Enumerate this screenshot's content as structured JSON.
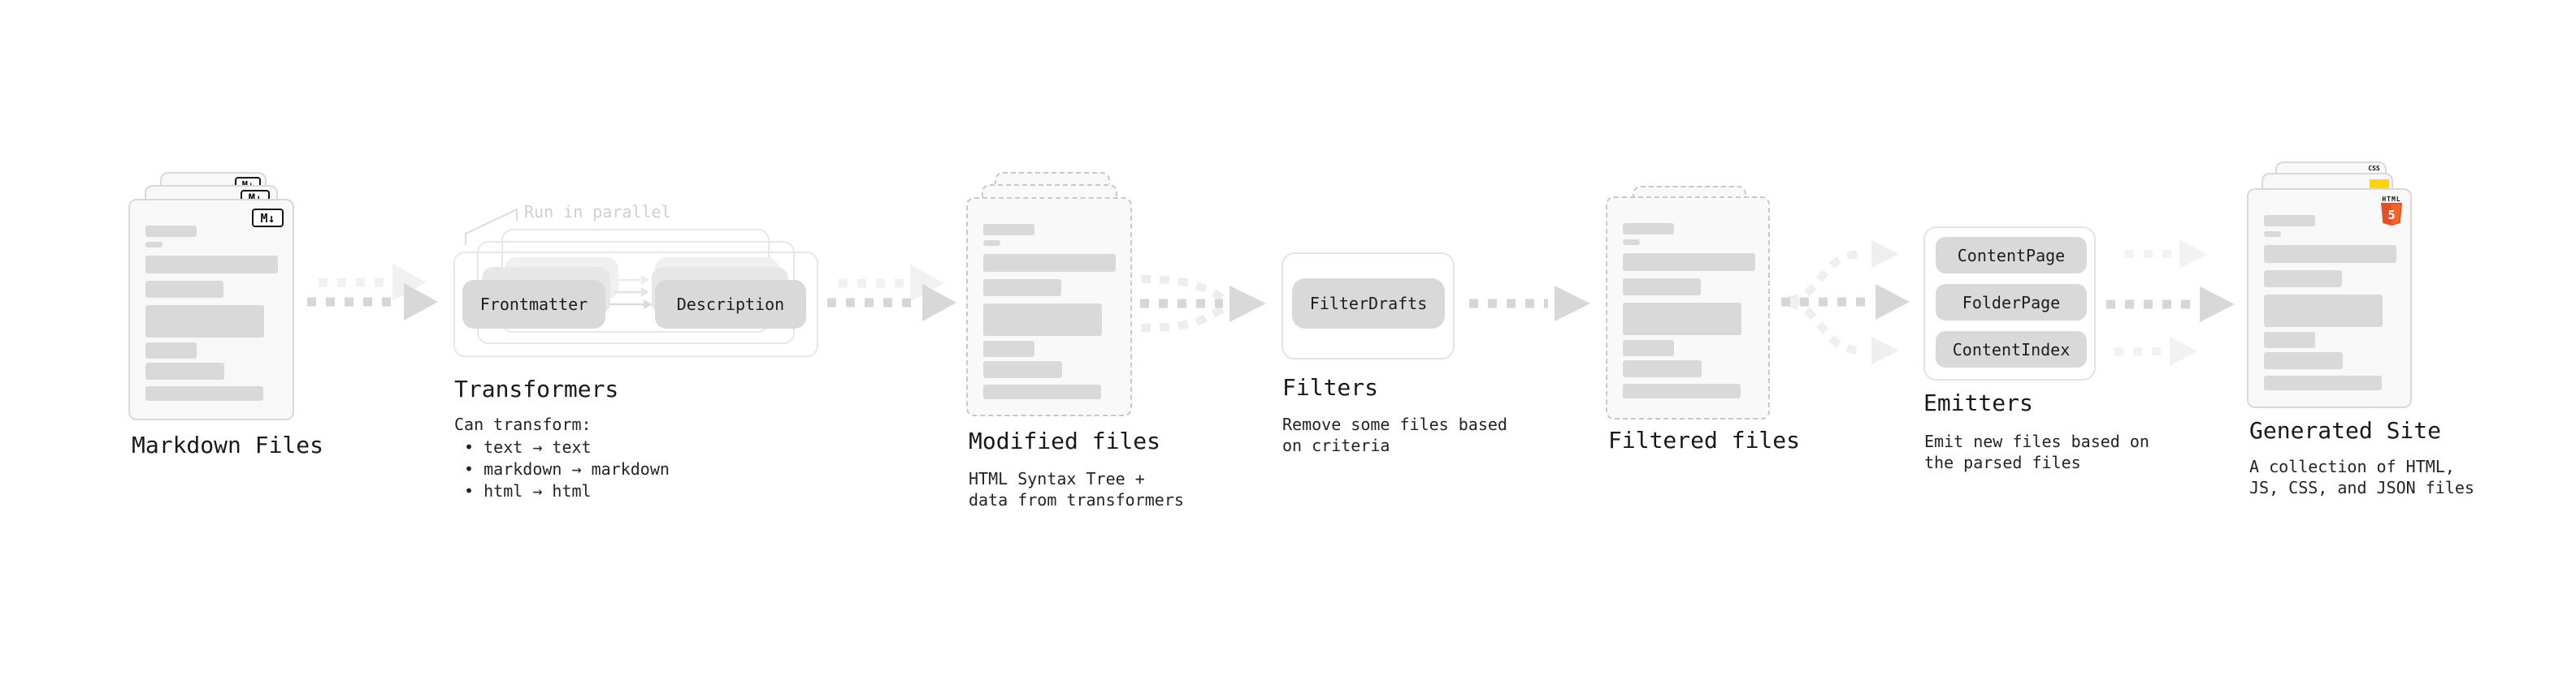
{
  "pipeline": {
    "markdown": {
      "label": "Markdown Files",
      "badge": "M↓"
    },
    "transformers": {
      "note": "Run in parallel",
      "pill_left": "Frontmatter",
      "pill_right": "Description",
      "title": "Transformers",
      "desc_heading": "Can transform:",
      "bullet_1": " • text → text",
      "bullet_2": " • markdown → markdown",
      "bullet_3": " • html → html"
    },
    "modified": {
      "label": "Modified files",
      "desc_1": "HTML Syntax Tree +",
      "desc_2": "data from transformers"
    },
    "filters": {
      "title": "Filters",
      "pill": "FilterDrafts",
      "desc_1": "Remove some files based",
      "desc_2": "on criteria"
    },
    "filtered": {
      "label": "Filtered files"
    },
    "emitters": {
      "title": "Emitters",
      "pill_1": "ContentPage",
      "pill_2": "FolderPage",
      "pill_3": "ContentIndex",
      "desc_1": "Emit new files based on",
      "desc_2": "the parsed files"
    },
    "generated": {
      "label": "Generated Site",
      "desc_1": "A collection of HTML,",
      "desc_2": "JS, CSS, and JSON files",
      "css_badge_label": "CSS",
      "html_badge_label": "HTML",
      "html_badge_number": "5"
    },
    "flow": [
      {
        "from": "Markdown Files",
        "to": "Transformers",
        "style": "double-dashed-arrow"
      },
      {
        "from": "Transformers",
        "to": "Modified files",
        "style": "double-dashed-arrow"
      },
      {
        "from": "Modified files",
        "to": "Filters",
        "style": "merge-3-to-1-arrow"
      },
      {
        "from": "Filters",
        "to": "Filtered files",
        "style": "dashed-arrow"
      },
      {
        "from": "Filtered files",
        "to": "Emitters",
        "style": "split-1-to-3-arrow"
      },
      {
        "from": "Emitters",
        "to": "Generated Site",
        "style": "three-dashed-arrows"
      }
    ]
  },
  "colors": {
    "html5_orange": "#e34f26",
    "css_blue": "#2965f1",
    "js_yellow": "#ffd400",
    "arrow_gray": "#d6d6d6",
    "arrow_light": "#f1f1f1"
  }
}
